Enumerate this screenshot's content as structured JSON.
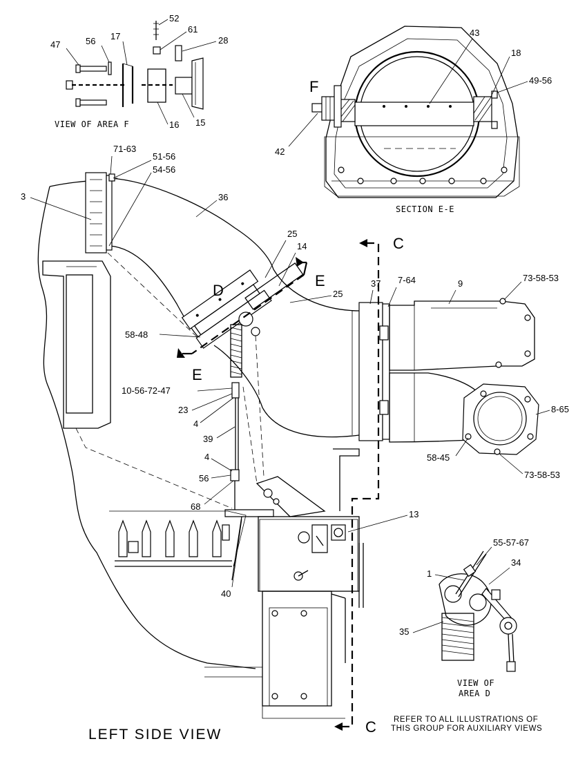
{
  "views": {
    "area_f": "VIEW OF AREA F",
    "section_ee": "SECTION E-E",
    "area_d_line1": "VIEW OF",
    "area_d_line2": "AREA D",
    "main": "LEFT SIDE VIEW"
  },
  "note": {
    "line1": "REFER TO ALL ILLUSTRATIONS OF",
    "line2": "THIS GROUP FOR AUXILIARY VIEWS"
  },
  "section_markers": {
    "c_top": "C",
    "c_bottom": "C",
    "e_top": "E",
    "e_bottom": "E",
    "d": "D",
    "f": "F"
  },
  "callouts": {
    "c47": "47",
    "c56a": "56",
    "c17": "17",
    "c52": "52",
    "c61": "61",
    "c28": "28",
    "c16": "16",
    "c15": "15",
    "c43": "43",
    "c18": "18",
    "c49_56": "49-56",
    "c42": "42",
    "c71_63": "71-63",
    "c51_56": "51-56",
    "c54_56": "54-56",
    "c3": "3",
    "c36": "36",
    "c25a": "25",
    "c14": "14",
    "c25b": "25",
    "c37": "37",
    "c7_64": "7-64",
    "c9": "9",
    "c73_58_53a": "73-58-53",
    "c58_48": "58-48",
    "c10_56_72_47": "10-56-72-47",
    "c23": "23",
    "c4a": "4",
    "c39": "39",
    "c4b": "4",
    "c56b": "56",
    "c68": "68",
    "c8_65": "8-65",
    "c58_45": "58-45",
    "c73_58_53b": "73-58-53",
    "c13": "13",
    "c40": "40",
    "c55_57_67": "55-57-67",
    "c1": "1",
    "c34": "34",
    "c35": "35"
  }
}
